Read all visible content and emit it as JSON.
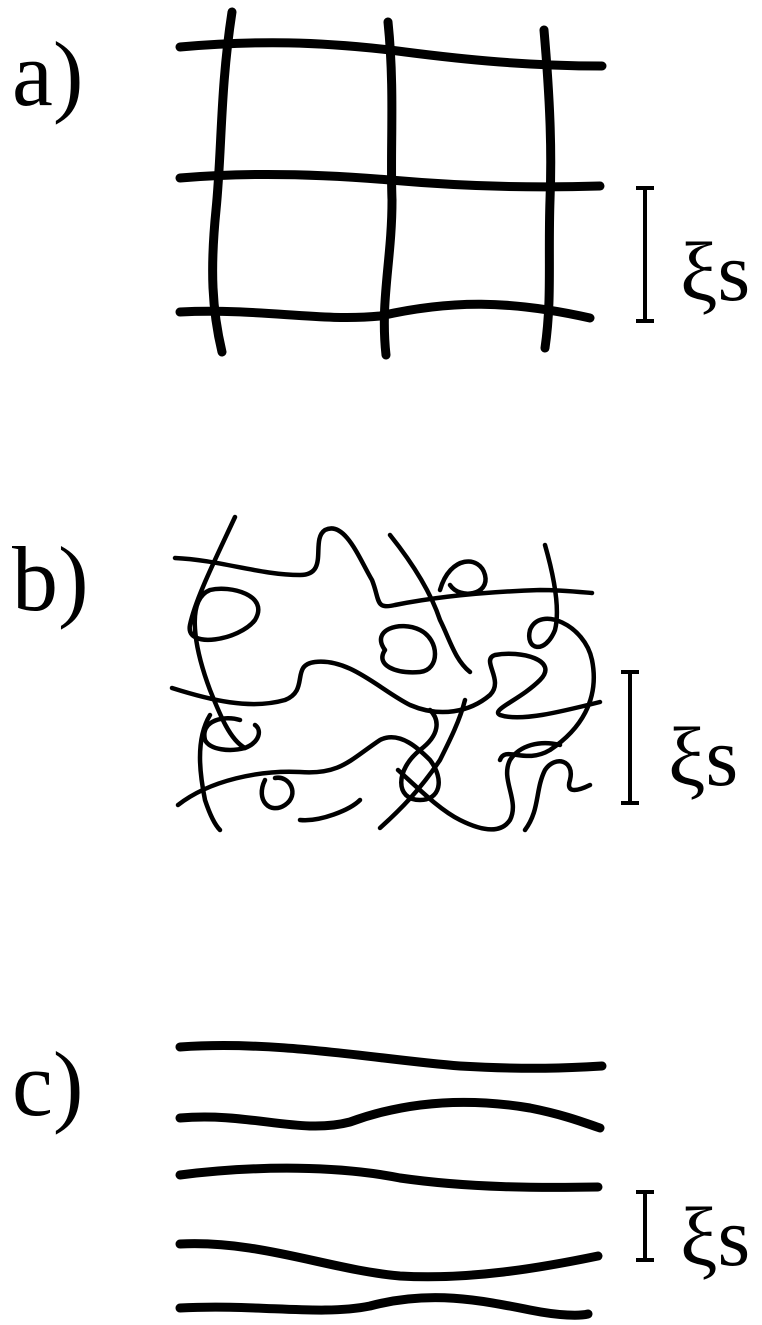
{
  "panels": [
    {
      "id": "a",
      "label": "a)",
      "scale_symbol": "ξs"
    },
    {
      "id": "b",
      "label": "b)",
      "scale_symbol": "ξs"
    },
    {
      "id": "c",
      "label": "c)",
      "scale_symbol": "ξs"
    }
  ],
  "colors": {
    "ink": "#000000",
    "background": "#ffffff"
  }
}
